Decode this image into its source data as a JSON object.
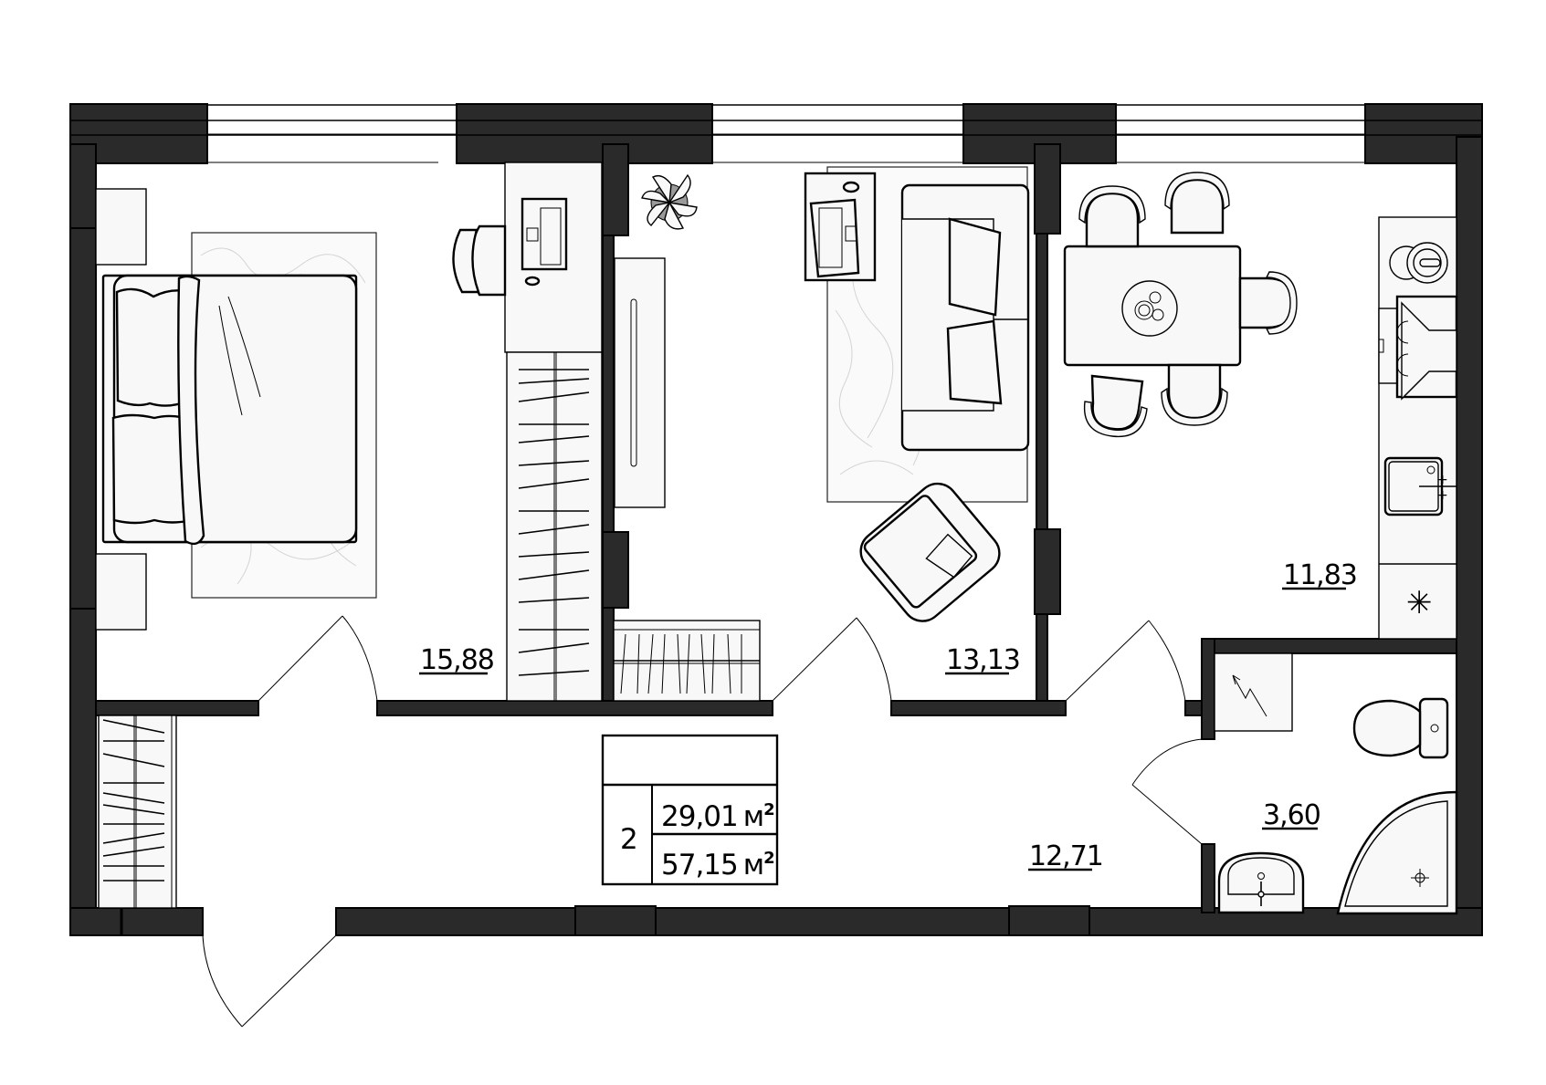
{
  "plan": {
    "type": "apartment-floor-plan",
    "rooms_count": "2",
    "living_area": "29,01",
    "living_area_unit": "м",
    "total_area": "57,15",
    "total_area_unit": "м",
    "area_unit_superscript": "2"
  },
  "rooms": [
    {
      "id": "bedroom",
      "label": "15,88"
    },
    {
      "id": "living-room",
      "label": "13,13"
    },
    {
      "id": "kitchen",
      "label": "11,83"
    },
    {
      "id": "hallway",
      "label": "12,71"
    },
    {
      "id": "bathroom",
      "label": "3,60"
    }
  ],
  "symbols": {
    "electric_panel": "⚡",
    "ventilation": "✳"
  },
  "colors": {
    "wall": "#2a2a2a",
    "furniture_fill": "#f8f8f8",
    "line": "#000000",
    "background": "#ffffff",
    "rug_pattern": "#d4d4d4"
  }
}
